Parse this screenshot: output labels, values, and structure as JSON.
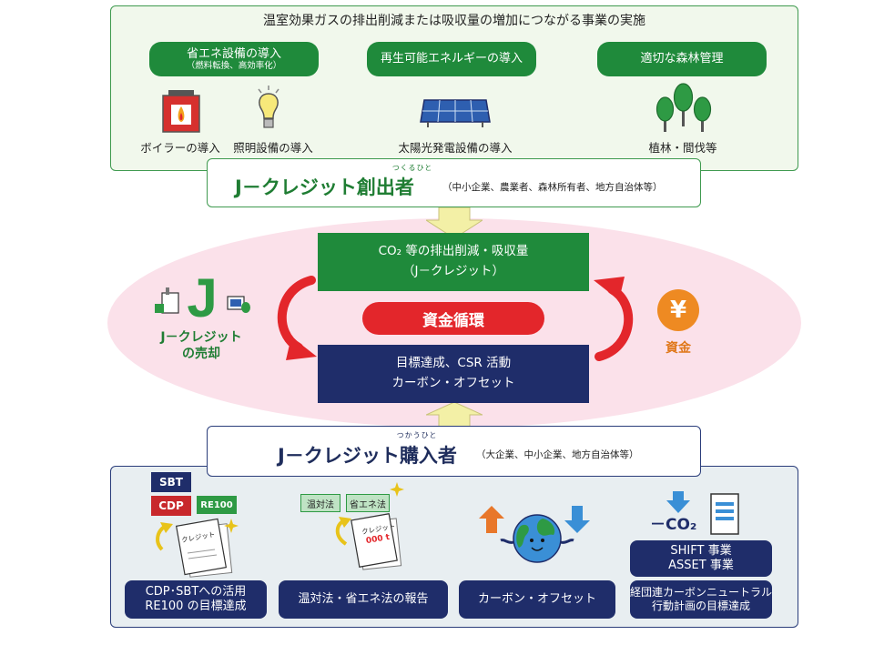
{
  "top": {
    "heading": "温室効果ガスの排出削減または吸収量の増加につながる事業の実施",
    "categories": [
      {
        "label": "省エネ設備の導入",
        "sub": "（燃料転換、高効率化）"
      },
      {
        "label": "再生可能エネルギーの導入"
      },
      {
        "label": "適切な森林管理"
      }
    ],
    "items": [
      {
        "label": "ボイラーの導入",
        "icon": "boiler-icon"
      },
      {
        "label": "照明設備の導入",
        "icon": "light-bulb-icon"
      },
      {
        "label": "太陽光発電設備の導入",
        "icon": "solar-panel-icon"
      },
      {
        "label": "植林・間伐等",
        "icon": "trees-icon"
      }
    ]
  },
  "creator": {
    "ruby": "つくるひと",
    "title": "J－クレジット創出者",
    "sub": "（中小企業、農業者、森林所有者、地方自治体等）"
  },
  "center": {
    "green_line1": "CO₂ 等の排出削減・吸収量",
    "green_line2": "（J－クレジット）",
    "cycle": "資金循環",
    "navy_line1": "目標達成、CSR 活動",
    "navy_line2": "カーボン・オフセット",
    "left_label_line1": "J－クレジット",
    "left_label_line2": "の売却",
    "right_label": "資金",
    "yen_symbol": "¥",
    "j_mark": "J"
  },
  "buyer": {
    "ruby": "つかうひと",
    "title": "J－クレジット購入者",
    "sub": "（大企業、中小企業、地方自治体等）"
  },
  "bottom": {
    "tags": {
      "sbt": "SBT",
      "cdp": "CDP",
      "re100": "RE100",
      "ontai": "温対法",
      "shoene": "省エネ法",
      "credit": "クレジット",
      "credit2": "クレジット",
      "amount": "000 t",
      "minus_co2": "－CO₂"
    },
    "shift_line1": "SHIFT 事業",
    "shift_line2": "ASSET 事業",
    "pills": [
      {
        "line1": "CDP･SBTへの活用",
        "line2": "RE100 の目標達成"
      },
      {
        "line1": "温対法・省エネ法の報告"
      },
      {
        "line1": "カーボン・オフセット"
      },
      {
        "line1": "経団連カーボンニュートラル",
        "line2": "行動計画の目標達成"
      }
    ]
  },
  "colors": {
    "green": "#1f8a3b",
    "navy": "#1f2d6a",
    "red": "#e3262b",
    "orange": "#e0781a",
    "pink": "#fbe1ea"
  }
}
